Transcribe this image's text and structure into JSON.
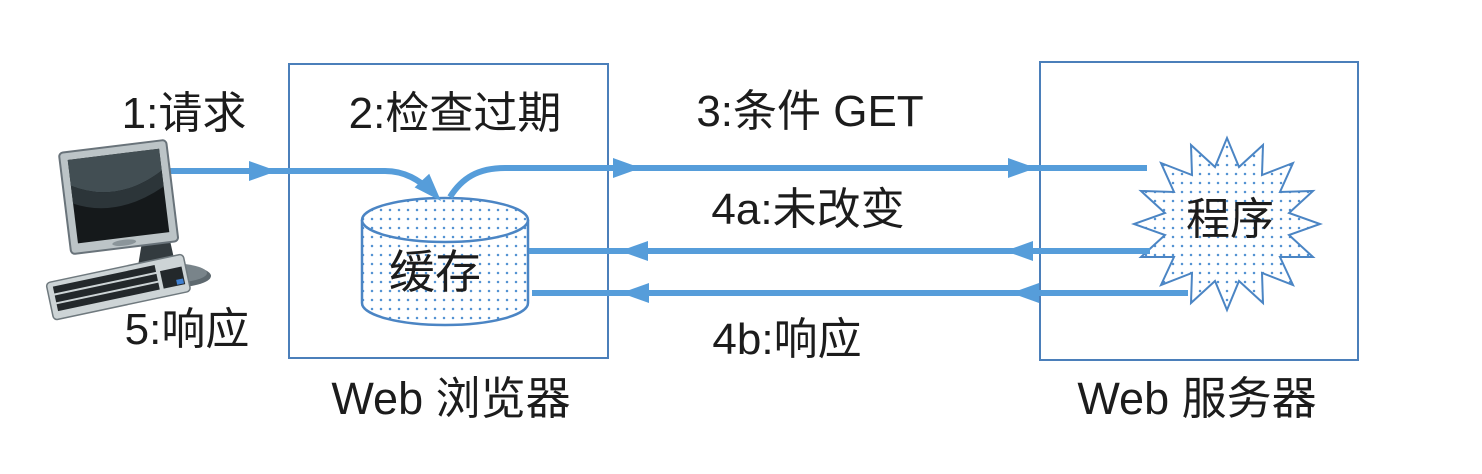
{
  "colors": {
    "arrow_blue": "#569dda",
    "box_border_blue": "#4b7fba",
    "shape_outline_blue": "#4b85c4",
    "dot_fill_blue": "#5291d2",
    "text_black": "#1c1c1c"
  },
  "icons": {
    "client": "desktop-computer-icon",
    "cache": "database-cylinder-icon",
    "program": "starburst-icon"
  },
  "nodes": {
    "client": {
      "type": "computer"
    },
    "browser": {
      "label": "Web 浏览器",
      "cache": {
        "label": "缓存"
      }
    },
    "server": {
      "label": "Web 服务器",
      "program": {
        "label": "程序"
      }
    }
  },
  "flows": [
    {
      "step": "1",
      "label": "1:请求",
      "from": "client",
      "to": "browser-cache",
      "direction": "right"
    },
    {
      "step": "2",
      "label": "2:检查过期",
      "at": "browser"
    },
    {
      "step": "3",
      "label": "3:条件 GET",
      "from": "browser-cache",
      "to": "server-program",
      "direction": "right"
    },
    {
      "step": "4a",
      "label": "4a:未改变",
      "from": "server-program",
      "to": "browser-cache",
      "direction": "left"
    },
    {
      "step": "4b",
      "label": "4b:响应",
      "from": "server-program",
      "to": "browser-cache",
      "direction": "left"
    },
    {
      "step": "5",
      "label": "5:响应",
      "from": "browser",
      "to": "client"
    }
  ]
}
